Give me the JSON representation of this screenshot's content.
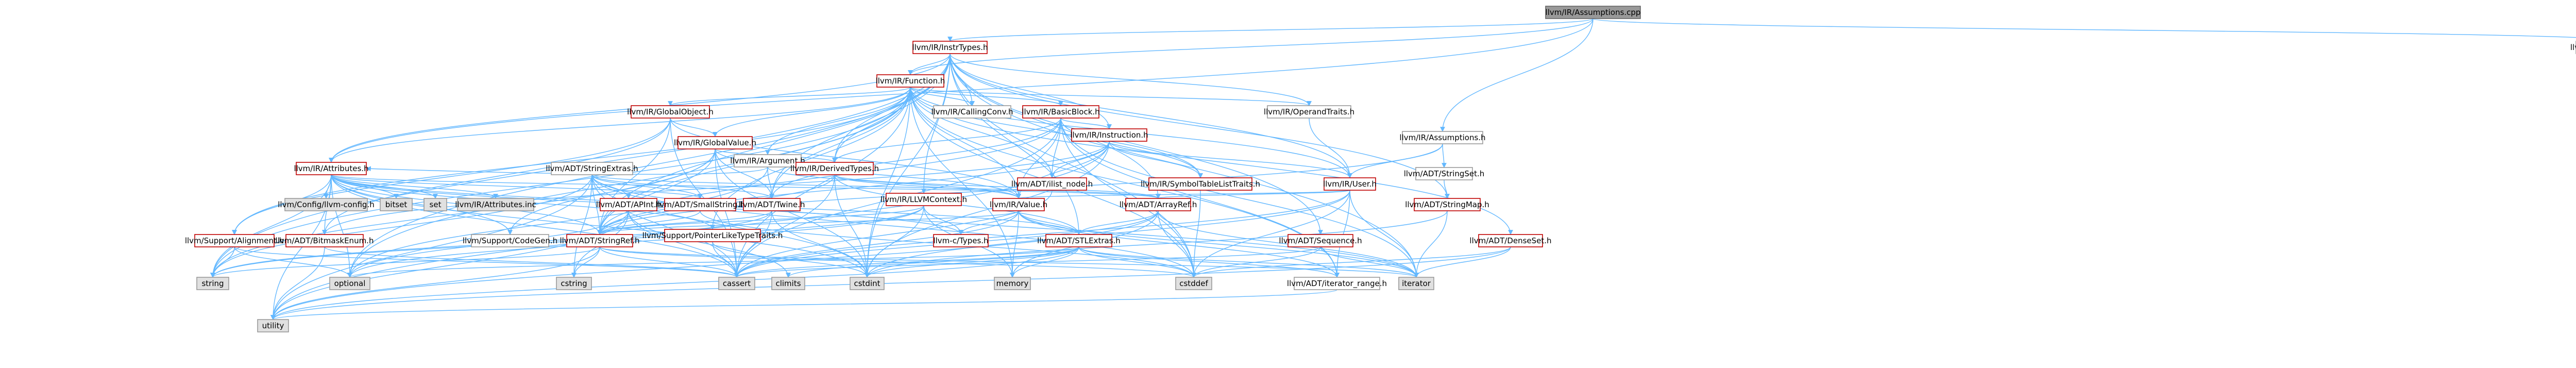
{
  "colors": {
    "root_fill": "#999999",
    "root_stroke": "#666666",
    "link_fill": "#ffffff",
    "link_stroke_linked": "#bf0000",
    "link_stroke_plain": "#999999",
    "system_fill": "#e0e0e0",
    "system_stroke": "#999999",
    "edge": "#63b8ff",
    "text": "#000000"
  },
  "nodes": [
    {
      "id": "root",
      "label": "llvm/IR/Assumptions.cpp",
      "kind": "root"
    },
    {
      "id": "instrtypes",
      "label": "llvm/IR/InstrTypes.h",
      "kind": "linked"
    },
    {
      "id": "setops",
      "label": "llvm/ADT/SetOperations.h",
      "kind": "plain"
    },
    {
      "id": "function",
      "label": "llvm/IR/Function.h",
      "kind": "linked"
    },
    {
      "id": "globalobject",
      "label": "llvm/IR/GlobalObject.h",
      "kind": "linked"
    },
    {
      "id": "callingconv",
      "label": "llvm/IR/CallingConv.h",
      "kind": "plain"
    },
    {
      "id": "basicblock",
      "label": "llvm/IR/BasicBlock.h",
      "kind": "linked"
    },
    {
      "id": "operandtraits",
      "label": "llvm/IR/OperandTraits.h",
      "kind": "plain"
    },
    {
      "id": "assumptions",
      "label": "llvm/IR/Assumptions.h",
      "kind": "plain"
    },
    {
      "id": "globalvalue",
      "label": "llvm/IR/GlobalValue.h",
      "kind": "linked"
    },
    {
      "id": "argument",
      "label": "llvm/IR/Argument.h",
      "kind": "plain"
    },
    {
      "id": "instruction",
      "label": "llvm/IR/Instruction.h",
      "kind": "linked"
    },
    {
      "id": "attributes",
      "label": "llvm/IR/Attributes.h",
      "kind": "linked"
    },
    {
      "id": "stringextras",
      "label": "llvm/ADT/StringExtras.h",
      "kind": "plain"
    },
    {
      "id": "derivedtypes",
      "label": "llvm/IR/DerivedTypes.h",
      "kind": "linked"
    },
    {
      "id": "ilistnode",
      "label": "llvm/ADT/ilist_node.h",
      "kind": "linked"
    },
    {
      "id": "symtablelist",
      "label": "llvm/IR/SymbolTableListTraits.h",
      "kind": "linked"
    },
    {
      "id": "user",
      "label": "llvm/IR/User.h",
      "kind": "linked"
    },
    {
      "id": "stringset",
      "label": "llvm/ADT/StringSet.h",
      "kind": "plain"
    },
    {
      "id": "configconfig",
      "label": "llvm/Config/llvm-config.h",
      "kind": "system"
    },
    {
      "id": "bitset",
      "label": "bitset",
      "kind": "system"
    },
    {
      "id": "set",
      "label": "set",
      "kind": "system"
    },
    {
      "id": "attributesinc",
      "label": "llvm/IR/Attributes.inc",
      "kind": "system"
    },
    {
      "id": "apint",
      "label": "llvm/ADT/APInt.h",
      "kind": "linked"
    },
    {
      "id": "smallstring",
      "label": "llvm/ADT/SmallString.h",
      "kind": "linked"
    },
    {
      "id": "twine",
      "label": "llvm/ADT/Twine.h",
      "kind": "linked"
    },
    {
      "id": "llvmcontext",
      "label": "llvm/IR/LLVMContext.h",
      "kind": "linked"
    },
    {
      "id": "value",
      "label": "llvm/IR/Value.h",
      "kind": "linked"
    },
    {
      "id": "arrayref",
      "label": "llvm/ADT/ArrayRef.h",
      "kind": "linked"
    },
    {
      "id": "stringmap",
      "label": "llvm/ADT/StringMap.h",
      "kind": "linked"
    },
    {
      "id": "densemap",
      "label": "llvm/ADT/DenseSet.h",
      "kind": "linked"
    },
    {
      "id": "alignment",
      "label": "llvm/Support/Alignment.h",
      "kind": "linked"
    },
    {
      "id": "bitmaskenum",
      "label": "llvm/ADT/BitmaskEnum.h",
      "kind": "linked"
    },
    {
      "id": "codegen",
      "label": "llvm/Support/CodeGen.h",
      "kind": "plain"
    },
    {
      "id": "stringref",
      "label": "llvm/ADT/StringRef.h",
      "kind": "linked"
    },
    {
      "id": "pointerlike",
      "label": "llvm/Support/PointerLikeTypeTraits.h",
      "kind": "linked"
    },
    {
      "id": "ctypes",
      "label": "llvm-c/Types.h",
      "kind": "linked"
    },
    {
      "id": "stlextras",
      "label": "llvm/ADT/STLExtras.h",
      "kind": "linked"
    },
    {
      "id": "sequence",
      "label": "llvm/ADT/Sequence.h",
      "kind": "linked"
    },
    {
      "id": "string",
      "label": "string",
      "kind": "system"
    },
    {
      "id": "optional",
      "label": "optional",
      "kind": "system"
    },
    {
      "id": "cstring",
      "label": "cstring",
      "kind": "system"
    },
    {
      "id": "cassert",
      "label": "cassert",
      "kind": "system"
    },
    {
      "id": "climits",
      "label": "climits",
      "kind": "system"
    },
    {
      "id": "cstdint",
      "label": "cstdint",
      "kind": "system"
    },
    {
      "id": "memory",
      "label": "memory",
      "kind": "system"
    },
    {
      "id": "cstddef",
      "label": "cstddef",
      "kind": "system"
    },
    {
      "id": "iteratorrange",
      "label": "llvm/ADT/iterator_range.h",
      "kind": "plain"
    },
    {
      "id": "iterator",
      "label": "iterator",
      "kind": "system"
    },
    {
      "id": "utility",
      "label": "utility",
      "kind": "system"
    }
  ],
  "edges": [
    [
      "root",
      "instrtypes"
    ],
    [
      "root",
      "setops"
    ],
    [
      "root",
      "function"
    ],
    [
      "root",
      "assumptions"
    ],
    [
      "root",
      "attributes"
    ],
    [
      "instrtypes",
      "function"
    ],
    [
      "instrtypes",
      "callingconv"
    ],
    [
      "instrtypes",
      "derivedtypes"
    ],
    [
      "instrtypes",
      "instruction"
    ],
    [
      "instrtypes",
      "operandtraits"
    ],
    [
      "instrtypes",
      "user"
    ],
    [
      "instrtypes",
      "attributes"
    ],
    [
      "instrtypes",
      "arrayref"
    ],
    [
      "instrtypes",
      "stringmap"
    ],
    [
      "instrtypes",
      "sequence"
    ],
    [
      "instrtypes",
      "stlextras"
    ],
    [
      "instrtypes",
      "llvmcontext"
    ],
    [
      "instrtypes",
      "string"
    ],
    [
      "instrtypes",
      "cstddef"
    ],
    [
      "instrtypes",
      "iterator"
    ],
    [
      "instrtypes",
      "twine"
    ],
    [
      "instrtypes",
      "stringref"
    ],
    [
      "instrtypes",
      "cstdint"
    ],
    [
      "instrtypes",
      "optional"
    ],
    [
      "function",
      "globalobject"
    ],
    [
      "function",
      "callingconv"
    ],
    [
      "function",
      "basicblock"
    ],
    [
      "function",
      "argument"
    ],
    [
      "function",
      "globalvalue"
    ],
    [
      "function",
      "attributes"
    ],
    [
      "function",
      "derivedtypes"
    ],
    [
      "function",
      "operandtraits"
    ],
    [
      "function",
      "symtablelist"
    ],
    [
      "function",
      "value"
    ],
    [
      "function",
      "ilistnode"
    ],
    [
      "function",
      "densemap"
    ],
    [
      "function",
      "stringref"
    ],
    [
      "function",
      "twine"
    ],
    [
      "function",
      "cassert"
    ],
    [
      "function",
      "cstddef"
    ],
    [
      "function",
      "cstdint"
    ],
    [
      "function",
      "memory"
    ],
    [
      "function",
      "string"
    ],
    [
      "function",
      "iteratorrange"
    ],
    [
      "function",
      "optional"
    ],
    [
      "function",
      "user"
    ],
    [
      "function",
      "alignment"
    ],
    [
      "function",
      "pointerlike"
    ],
    [
      "globalobject",
      "globalvalue"
    ],
    [
      "globalobject",
      "value"
    ],
    [
      "globalobject",
      "alignment"
    ],
    [
      "globalobject",
      "stringref"
    ],
    [
      "globalobject",
      "cassert"
    ],
    [
      "globalobject",
      "bitmaskenum"
    ],
    [
      "basicblock",
      "instruction"
    ],
    [
      "basicblock",
      "symtablelist"
    ],
    [
      "basicblock",
      "ilistnode"
    ],
    [
      "basicblock",
      "value"
    ],
    [
      "basicblock",
      "twine"
    ],
    [
      "basicblock",
      "iteratorrange"
    ],
    [
      "basicblock",
      "cassert"
    ],
    [
      "basicblock",
      "cstddef"
    ],
    [
      "basicblock",
      "iterator"
    ],
    [
      "basicblock",
      "derivedtypes"
    ],
    [
      "basicblock",
      "stringref"
    ],
    [
      "operandtraits",
      "user"
    ],
    [
      "assumptions",
      "stringset"
    ],
    [
      "assumptions",
      "stringref"
    ],
    [
      "assumptions",
      "user"
    ],
    [
      "globalvalue",
      "derivedtypes"
    ],
    [
      "globalvalue",
      "value"
    ],
    [
      "globalvalue",
      "twine"
    ],
    [
      "globalvalue",
      "stringref"
    ],
    [
      "globalvalue",
      "cassert"
    ],
    [
      "globalvalue",
      "cstdint"
    ],
    [
      "globalvalue",
      "string"
    ],
    [
      "globalvalue",
      "codegen"
    ],
    [
      "argument",
      "twine"
    ],
    [
      "argument",
      "attributes"
    ],
    [
      "argument",
      "value"
    ],
    [
      "argument",
      "optional"
    ],
    [
      "instruction",
      "ilistnode"
    ],
    [
      "instruction",
      "symtablelist"
    ],
    [
      "instruction",
      "user"
    ],
    [
      "instruction",
      "value"
    ],
    [
      "instruction",
      "bitmaskenum"
    ],
    [
      "instruction",
      "stringref"
    ],
    [
      "instruction",
      "cstdint"
    ],
    [
      "instruction",
      "utility"
    ],
    [
      "attributes",
      "configconfig"
    ],
    [
      "attributes",
      "bitset"
    ],
    [
      "attributes",
      "set"
    ],
    [
      "attributes",
      "attributesinc"
    ],
    [
      "attributes",
      "arrayref"
    ],
    [
      "attributes",
      "smallstring"
    ],
    [
      "attributes",
      "stringref"
    ],
    [
      "attributes",
      "alignment"
    ],
    [
      "attributes",
      "pointerlike"
    ],
    [
      "attributes",
      "codegen"
    ],
    [
      "attributes",
      "bitmaskenum"
    ],
    [
      "attributes",
      "cassert"
    ],
    [
      "attributes",
      "cstdint"
    ],
    [
      "attributes",
      "optional"
    ],
    [
      "attributes",
      "string"
    ],
    [
      "attributes",
      "utility"
    ],
    [
      "attributes",
      "ctypes"
    ],
    [
      "attributes",
      "stlextras"
    ],
    [
      "stringextras",
      "apint"
    ],
    [
      "stringextras",
      "arrayref"
    ],
    [
      "stringextras",
      "smallstring"
    ],
    [
      "stringextras",
      "stringref"
    ],
    [
      "stringextras",
      "twine"
    ],
    [
      "stringextras",
      "cassert"
    ],
    [
      "stringextras",
      "cstddef"
    ],
    [
      "stringextras",
      "cstdint"
    ],
    [
      "stringextras",
      "cstring"
    ],
    [
      "stringextras",
      "iterator"
    ],
    [
      "stringextras",
      "string"
    ],
    [
      "stringextras",
      "utility"
    ],
    [
      "derivedtypes",
      "arrayref"
    ],
    [
      "derivedtypes",
      "stringref"
    ],
    [
      "derivedtypes",
      "value"
    ],
    [
      "derivedtypes",
      "cassert"
    ],
    [
      "derivedtypes",
      "cstdint"
    ],
    [
      "derivedtypes",
      "stlextras"
    ],
    [
      "user",
      "value"
    ],
    [
      "user",
      "arrayref"
    ],
    [
      "user",
      "iteratorrange"
    ],
    [
      "user",
      "cassert"
    ],
    [
      "user",
      "cstddef"
    ],
    [
      "user",
      "cstdint"
    ],
    [
      "user",
      "iterator"
    ],
    [
      "stringset",
      "stringmap"
    ],
    [
      "stringmap",
      "iterator"
    ],
    [
      "stringmap",
      "cstdint"
    ],
    [
      "llvmcontext",
      "ctypes"
    ],
    [
      "llvmcontext",
      "stringref"
    ],
    [
      "llvmcontext",
      "cstdint"
    ],
    [
      "llvmcontext",
      "memory"
    ],
    [
      "llvmcontext",
      "optional"
    ],
    [
      "llvmcontext",
      "string"
    ],
    [
      "value",
      "ctypes"
    ],
    [
      "value",
      "stlextras"
    ],
    [
      "value",
      "iteratorrange"
    ],
    [
      "value",
      "stringref"
    ],
    [
      "value",
      "cassert"
    ],
    [
      "value",
      "iterator"
    ],
    [
      "value",
      "memory"
    ],
    [
      "arrayref",
      "stlextras"
    ],
    [
      "arrayref",
      "cassert"
    ],
    [
      "arrayref",
      "cstddef"
    ],
    [
      "arrayref",
      "iterator"
    ],
    [
      "arrayref",
      "memory"
    ],
    [
      "arrayref",
      "utility"
    ],
    [
      "stringref",
      "cassert"
    ],
    [
      "stringref",
      "cstddef"
    ],
    [
      "stringref",
      "cstring"
    ],
    [
      "stringref",
      "string"
    ],
    [
      "stringref",
      "utility"
    ],
    [
      "stringref",
      "iterator"
    ],
    [
      "twine",
      "stringref"
    ],
    [
      "twine",
      "cassert"
    ],
    [
      "twine",
      "cstdint"
    ],
    [
      "twine",
      "string"
    ],
    [
      "smallstring",
      "stringref"
    ],
    [
      "smallstring",
      "cstddef"
    ],
    [
      "apint",
      "cassert"
    ],
    [
      "apint",
      "climits"
    ],
    [
      "apint",
      "cstring"
    ],
    [
      "apint",
      "optional"
    ],
    [
      "apint",
      "utility"
    ],
    [
      "alignment",
      "cassert"
    ],
    [
      "alignment",
      "optional"
    ],
    [
      "alignment",
      "string"
    ],
    [
      "bitmaskenum",
      "cassert"
    ],
    [
      "bitmaskenum",
      "utility"
    ],
    [
      "pointerlike",
      "cassert"
    ],
    [
      "pointerlike",
      "cstdint"
    ],
    [
      "stlextras",
      "iteratorrange"
    ],
    [
      "stlextras",
      "cassert"
    ],
    [
      "stlextras",
      "cstddef"
    ],
    [
      "stlextras",
      "cstdint"
    ],
    [
      "stlextras",
      "climits"
    ],
    [
      "stlextras",
      "iterator"
    ],
    [
      "stlextras",
      "memory"
    ],
    [
      "stlextras",
      "optional"
    ],
    [
      "stlextras",
      "utility"
    ],
    [
      "sequence",
      "cassert"
    ],
    [
      "sequence",
      "iterator"
    ],
    [
      "sequence",
      "cstddef"
    ],
    [
      "densemap",
      "cstddef"
    ],
    [
      "densemap",
      "iterator"
    ],
    [
      "densemap",
      "utility"
    ],
    [
      "symtablelist",
      "cstddef"
    ],
    [
      "ilistnode",
      "cassert"
    ],
    [
      "iteratorrange",
      "utility"
    ]
  ]
}
